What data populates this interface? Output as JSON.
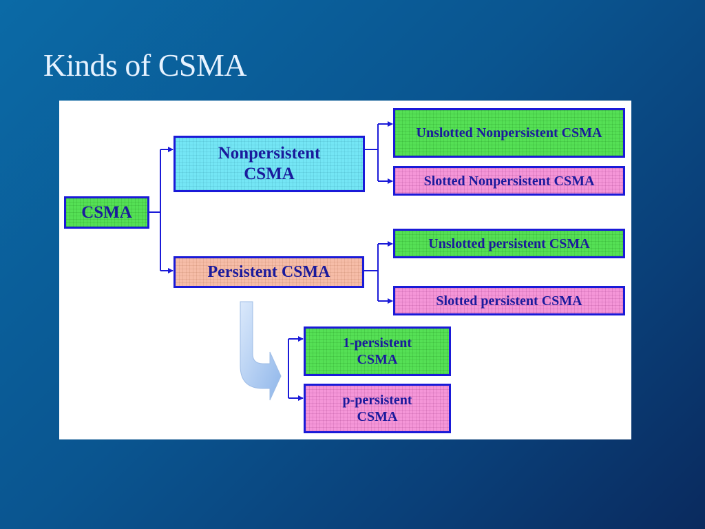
{
  "title": "Kinds of CSMA",
  "diagram": {
    "root": "CSMA",
    "level1": {
      "nonpersistent": "Nonpersistent CSMA",
      "persistent": "Persistent CSMA"
    },
    "nonpersistent_children": {
      "unslotted": "Unslotted Nonpersistent CSMA",
      "slotted": "Slotted Nonpersistent CSMA"
    },
    "persistent_children": {
      "unslotted": "Unslotted persistent CSMA",
      "slotted": "Slotted persistent CSMA"
    },
    "persistent_variants": {
      "one": "1-persistent CSMA",
      "p": "p-persistent CSMA"
    }
  },
  "colors": {
    "border": "#1a1ad8",
    "text": "#1a1a9c",
    "green": "#55e055",
    "pink": "#f596d8",
    "cyan": "#74e6f5",
    "salmon": "#f6bda8",
    "connector": "#1a1ad8",
    "flow_arrow": "#a9c8f0"
  }
}
